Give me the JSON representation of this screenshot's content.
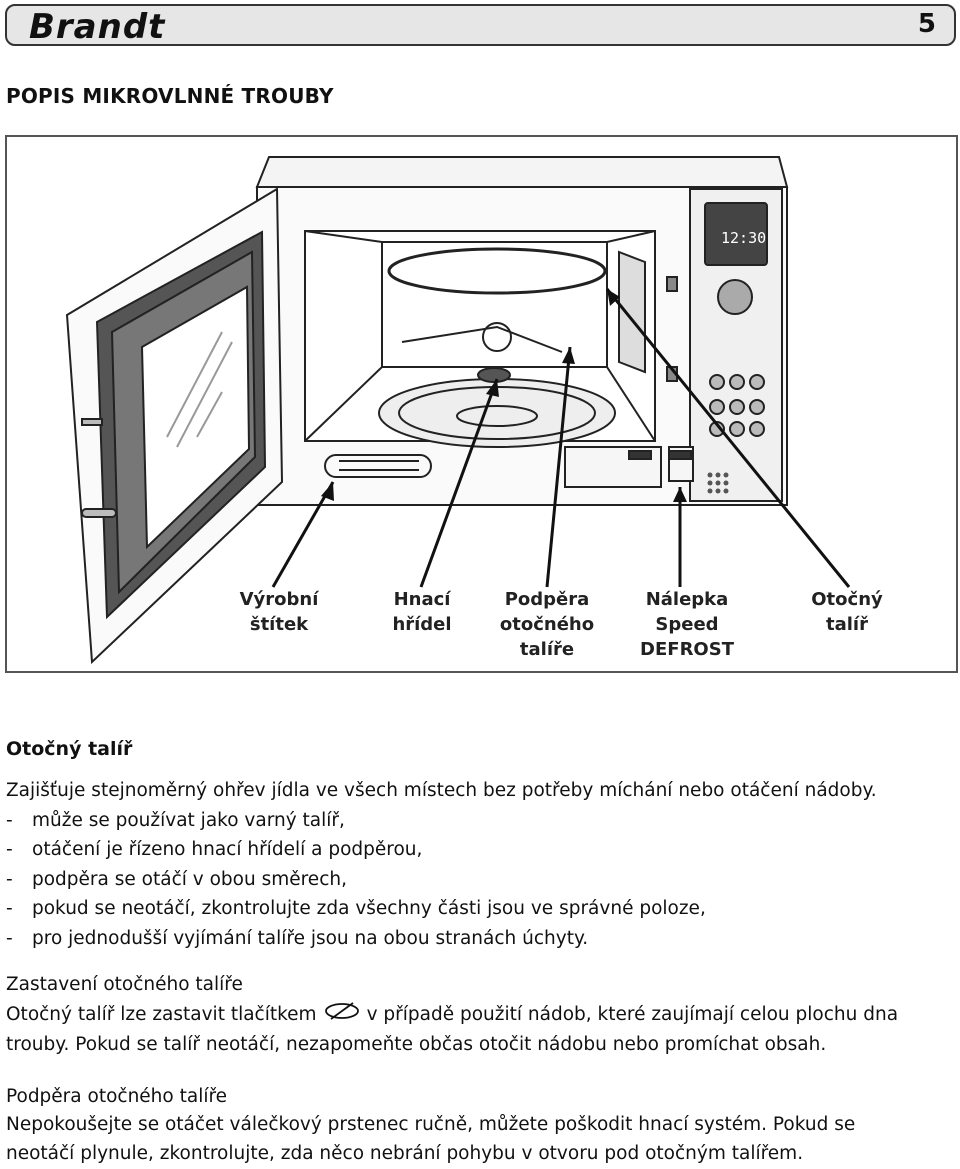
{
  "header": {
    "brand": "Brandt",
    "page_number": "5"
  },
  "title": "POPIS MIKROVLNNÉ TROUBY",
  "figure": {
    "display_time": "12:30",
    "callouts": [
      {
        "line1": "Výrobní",
        "line2": "štítek",
        "line3": ""
      },
      {
        "line1": "Hnací",
        "line2": "hřídel",
        "line3": ""
      },
      {
        "line1": "Podpěra",
        "line2": "otočného",
        "line3": "talíře"
      },
      {
        "line1": "Nálepka",
        "line2": "Speed DEFROST",
        "line3": ""
      },
      {
        "line1": "Otočný",
        "line2": "talíř",
        "line3": ""
      }
    ]
  },
  "section1": {
    "heading": "Otočný talíř",
    "intro": "Zajišťuje stejnoměrný ohřev jídla  ve všech místech bez potřeby míchání nebo otáčení nádoby.",
    "bullets": [
      "může se používat jako varný talíř,",
      "otáčení je řízeno hnací hřídelí a podpěrou,",
      "podpěra se otáčí v obou směrech,",
      "pokud se neotáčí, zkontrolujte zda všechny části jsou ve správné poloze,",
      "pro jednodušší vyjímání talíře jsou na obou stranách úchyty."
    ]
  },
  "section2": {
    "heading": "Zastavení otočného talíře",
    "text_before_icon": "Otočný talíř lze zastavit tlačítkem",
    "text_after_icon": "v případě použití nádob, které zaujímají celou plochu dna",
    "text_line2": "trouby. Pokud se talíř neotáčí, nezapomeňte občas otočit nádobu nebo promíchat obsah."
  },
  "section3": {
    "heading": "Podpěra otočného talíře",
    "line1": "Nepokoušejte se otáčet válečkový prstenec ručně, můžete poškodit hnací systém. Pokud se",
    "line2": "neotáčí plynule, zkontrolujte, zda něco nebrání pohybu v otvoru pod otočným talířem."
  }
}
